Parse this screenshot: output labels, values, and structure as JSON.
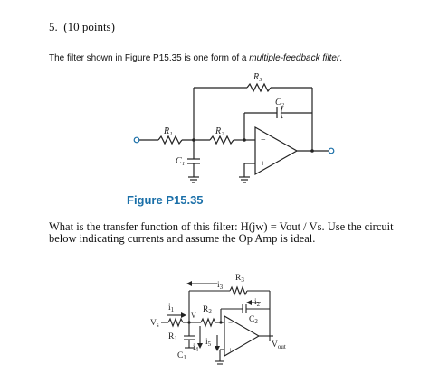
{
  "problem": {
    "number": "5.",
    "points": "(10 points)"
  },
  "intro": {
    "prefix": "The filter shown in Figure P15.35 is one form of a ",
    "emphasis": "multiple-feedback filter",
    "suffix": "."
  },
  "figure1": {
    "caption": "Figure P15.35",
    "labels": {
      "r1": "R₁",
      "r2": "R₂",
      "r3": "R₃",
      "c1": "C₁",
      "c2": "C₂",
      "minus": "−",
      "plus": "+"
    }
  },
  "question": {
    "text": "What is the transfer function of this filter:  H(jw) = Vout / Vs.  Use the circuit below indicating currents and assume the Op Amp is ideal."
  },
  "figure2": {
    "labels": {
      "r3": "R",
      "r3_sub": "3",
      "i3": "i",
      "i3_sub": "3",
      "r2": "R",
      "r2_sub": "2",
      "i2": "i",
      "i2_sub": "2",
      "c2": "C",
      "c2_sub": "2",
      "i1": "i",
      "i1_sub": "1",
      "vs": "V",
      "vs_sub": "s",
      "v": "V",
      "r1": "R",
      "r1_sub": "1",
      "i4": "i",
      "i4_sub": "4",
      "i5": "i",
      "i5_sub": "5",
      "c1": "C",
      "c1_sub": "1",
      "vout": "V",
      "vout_sub": "out",
      "minus": "−",
      "plus": "+"
    }
  }
}
